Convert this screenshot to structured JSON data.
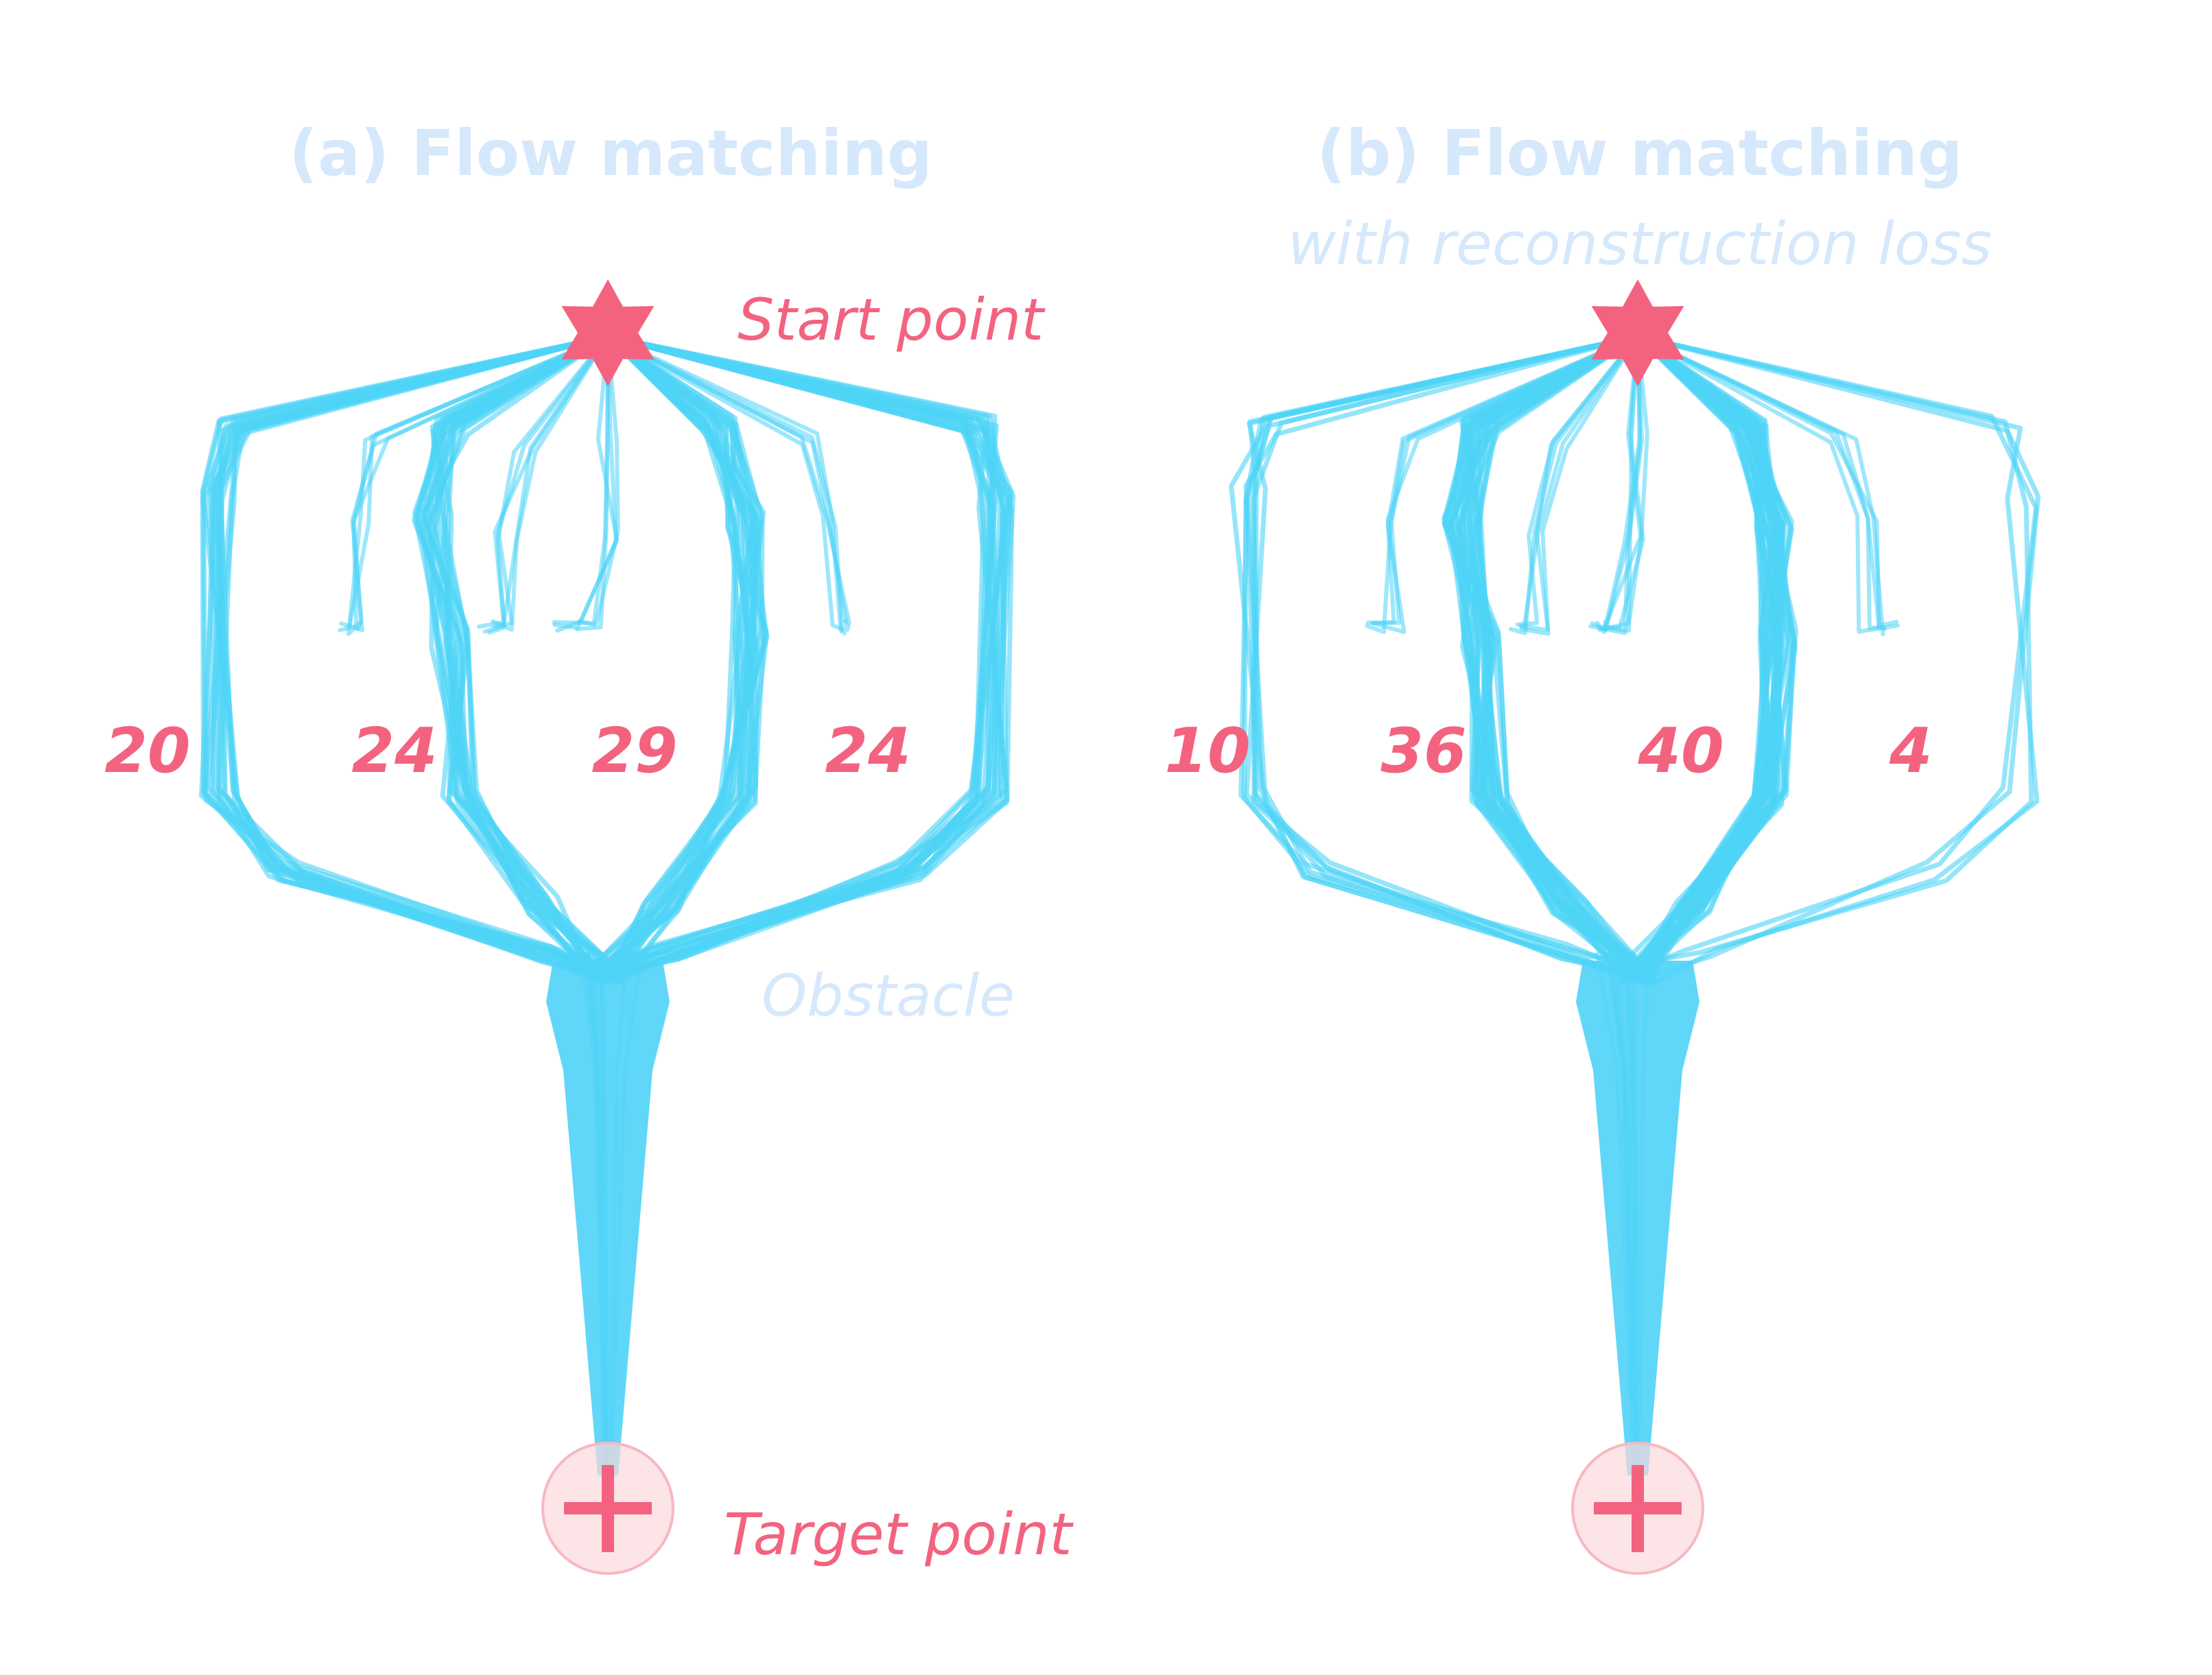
{
  "colors": {
    "trajectory": "#4fd3f7",
    "marker": "#f3637f",
    "title": "#d6e8fb",
    "target_halo": "#fbd9dd"
  },
  "panels": [
    {
      "title": "(a) Flow matching",
      "subtitle": "",
      "start_label": "Start point",
      "target_label": "Target point",
      "obstacle_label": "Obstacle",
      "route_counts": [
        "20",
        "24",
        "29",
        "24"
      ],
      "route_count_values": [
        20,
        24,
        29,
        24
      ]
    },
    {
      "title": "(b) Flow matching",
      "subtitle": "with reconstruction loss",
      "start_label": "",
      "target_label": "",
      "obstacle_label": "",
      "route_counts": [
        "10",
        "36",
        "40",
        "4"
      ],
      "route_count_values": [
        10,
        36,
        40,
        4
      ]
    }
  ]
}
